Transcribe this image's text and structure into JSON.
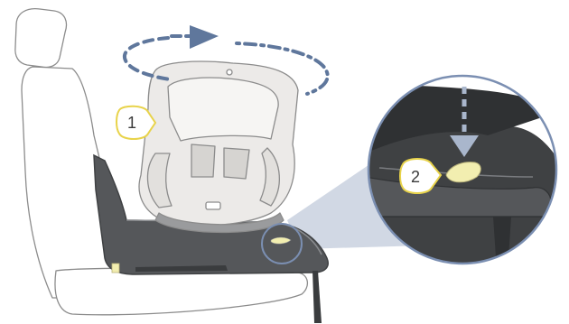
{
  "callouts": [
    {
      "number": "1",
      "target": "seat-shell"
    },
    {
      "number": "2",
      "target": "release-button"
    }
  ],
  "colors": {
    "seat_outline": "#8c8c8c",
    "seat_fill": "#ffffff",
    "child_seat_fill": "#eceae8",
    "base_dark": "#55575a",
    "base_outline": "#3f4143",
    "arrow_blue": "#5f779c",
    "callout_yellow": "#e8d34a",
    "highlight_yellow": "#f2eeb0",
    "zoom_beam": "#c9d1df",
    "zoom_circle": "#7b8fb2"
  },
  "icons": {
    "rotation_arrow": "circular-dashed-arrow",
    "press_arrow": "down-dashed-arrow"
  }
}
